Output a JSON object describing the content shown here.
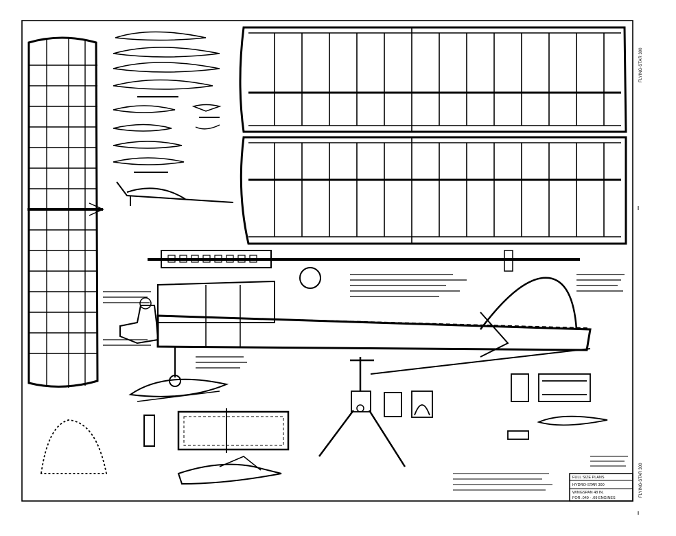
{
  "sheet": {
    "side_label_top": "FLYING-STAR 300",
    "side_label_bottom": "FLYING-STAR 300"
  },
  "title_block": {
    "heading": "FULL SIZE PLANS",
    "model_name": "HYDRO-STAR 300",
    "line_2": "WINGSPAN 48 IN.",
    "line_3": "FOR .049 - .09 ENGINES"
  },
  "stroke_color": "#000000",
  "paper_color": "#ffffff"
}
